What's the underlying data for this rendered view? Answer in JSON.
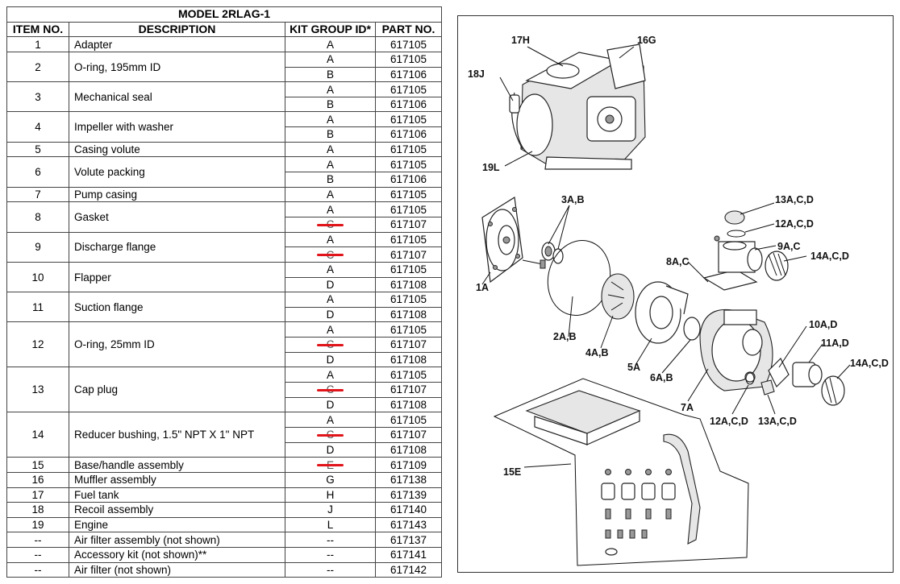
{
  "table": {
    "title": "MODEL 2RLAG-1",
    "headers": {
      "item": "ITEM NO.",
      "description": "DESCRIPTION",
      "kit": "KIT GROUP ID*",
      "part": "PART NO."
    },
    "rows": [
      {
        "item": "1",
        "description": "Adapter",
        "kits": [
          {
            "id": "A",
            "part": "617105"
          }
        ]
      },
      {
        "item": "2",
        "description": "O-ring, 195mm ID",
        "kits": [
          {
            "id": "A",
            "part": "617105"
          },
          {
            "id": "B",
            "part": "617106"
          }
        ]
      },
      {
        "item": "3",
        "description": "Mechanical seal",
        "kits": [
          {
            "id": "A",
            "part": "617105"
          },
          {
            "id": "B",
            "part": "617106"
          }
        ]
      },
      {
        "item": "4",
        "description": "Impeller with washer",
        "kits": [
          {
            "id": "A",
            "part": "617105"
          },
          {
            "id": "B",
            "part": "617106"
          }
        ]
      },
      {
        "item": "5",
        "description": "Casing volute",
        "kits": [
          {
            "id": "A",
            "part": "617105"
          }
        ]
      },
      {
        "item": "6",
        "description": "Volute packing",
        "kits": [
          {
            "id": "A",
            "part": "617105"
          },
          {
            "id": "B",
            "part": "617106"
          }
        ]
      },
      {
        "item": "7",
        "description": "Pump casing",
        "kits": [
          {
            "id": "A",
            "part": "617105"
          }
        ]
      },
      {
        "item": "8",
        "description": "Gasket",
        "kits": [
          {
            "id": "A",
            "part": "617105"
          },
          {
            "id": "C",
            "part": "617107",
            "struck": true
          }
        ]
      },
      {
        "item": "9",
        "description": "Discharge flange",
        "kits": [
          {
            "id": "A",
            "part": "617105"
          },
          {
            "id": "C",
            "part": "617107",
            "struck": true
          }
        ]
      },
      {
        "item": "10",
        "description": "Flapper",
        "kits": [
          {
            "id": "A",
            "part": "617105"
          },
          {
            "id": "D",
            "part": "617108"
          }
        ]
      },
      {
        "item": "11",
        "description": "Suction flange",
        "kits": [
          {
            "id": "A",
            "part": "617105"
          },
          {
            "id": "D",
            "part": "617108"
          }
        ]
      },
      {
        "item": "12",
        "description": "O-ring, 25mm ID",
        "kits": [
          {
            "id": "A",
            "part": "617105"
          },
          {
            "id": "C",
            "part": "617107",
            "struck": true
          },
          {
            "id": "D",
            "part": "617108"
          }
        ]
      },
      {
        "item": "13",
        "description": "Cap plug",
        "kits": [
          {
            "id": "A",
            "part": "617105"
          },
          {
            "id": "C",
            "part": "617107",
            "struck": true
          },
          {
            "id": "D",
            "part": "617108"
          }
        ]
      },
      {
        "item": "14",
        "description": "Reducer bushing, 1.5\" NPT X 1\" NPT",
        "kits": [
          {
            "id": "A",
            "part": "617105"
          },
          {
            "id": "C",
            "part": "617107",
            "struck": true
          },
          {
            "id": "D",
            "part": "617108"
          }
        ]
      },
      {
        "item": "15",
        "description": "Base/handle assembly",
        "kits": [
          {
            "id": "E",
            "part": "617109",
            "struck": true
          }
        ]
      },
      {
        "item": "16",
        "description": "Muffler assembly",
        "kits": [
          {
            "id": "G",
            "part": "617138"
          }
        ]
      },
      {
        "item": "17",
        "description": "Fuel tank",
        "kits": [
          {
            "id": "H",
            "part": "617139"
          }
        ]
      },
      {
        "item": "18",
        "description": "Recoil assembly",
        "kits": [
          {
            "id": "J",
            "part": "617140"
          }
        ]
      },
      {
        "item": "19",
        "description": "Engine",
        "kits": [
          {
            "id": "L",
            "part": "617143"
          }
        ]
      },
      {
        "item": "--",
        "description": "Air filter assembly (not shown)",
        "kits": [
          {
            "id": "--",
            "part": "617137"
          }
        ]
      },
      {
        "item": "--",
        "description": "Accessory kit (not shown)**",
        "kits": [
          {
            "id": "--",
            "part": "617141"
          }
        ]
      },
      {
        "item": "--",
        "description": "Air filter (not shown)",
        "kits": [
          {
            "id": "--",
            "part": "617142"
          }
        ]
      }
    ]
  },
  "diagram": {
    "callouts": {
      "c17h": "17H",
      "c16g": "16G",
      "c18j": "18J",
      "c19l": "19L",
      "c3ab": "3A,B",
      "c13acd": "13A,C,D",
      "c12acd": "12A,C,D",
      "c9ac": "9A,C",
      "c14acd_top": "14A,C,D",
      "c8ac": "8A,C",
      "c1a": "1A",
      "c2ab": "2A,B",
      "c4ab": "4A,B",
      "c5a": "5A",
      "c6ab": "6A,B",
      "c10ad": "10A,D",
      "c11ad": "11A,D",
      "c14acd_right": "14A,C,D",
      "c7a": "7A",
      "c12acd_low": "12A,C,D",
      "c13acd_low": "13A,C,D",
      "c15e": "15E"
    }
  },
  "colors": {
    "strike": "#e0141a",
    "border": "#444444"
  }
}
